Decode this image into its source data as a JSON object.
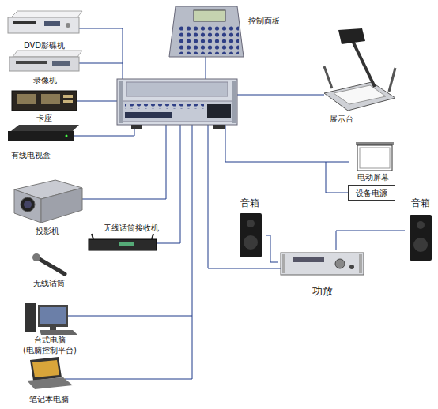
{
  "diagram": {
    "nodes": [
      {
        "text": [
          "DVD影碟机"
        ]
      },
      {
        "text": [
          "控制面板"
        ]
      },
      {
        "text": [
          "录像机"
        ]
      },
      {
        "text": [
          "卡座"
        ]
      },
      {
        "text": [
          "展示台"
        ]
      },
      {
        "text": [
          "有线电视盒"
        ]
      },
      {
        "text": [
          "电动屏幕"
        ]
      },
      {
        "text": [
          "设备电源"
        ]
      },
      {
        "text": [
          "投影机"
        ]
      },
      {
        "text": [
          "无线话筒接收机"
        ]
      },
      {
        "text": [
          "音箱"
        ]
      },
      {
        "text": [
          "音箱"
        ]
      },
      {
        "text": [
          "无线话筒"
        ]
      },
      {
        "text": [
          "功放"
        ]
      },
      {
        "text": [
          "台式电脑 (电脑控制平台)"
        ]
      },
      {
        "text": [
          "笔记本电脑"
        ]
      }
    ],
    "edges": [
      {
        "from": 6,
        "to": 7,
        "arrow": "none"
      },
      {
        "from": 10,
        "to": 13,
        "arrow": "none"
      },
      {
        "from": 11,
        "to": 13,
        "arrow": "none"
      }
    ]
  }
}
